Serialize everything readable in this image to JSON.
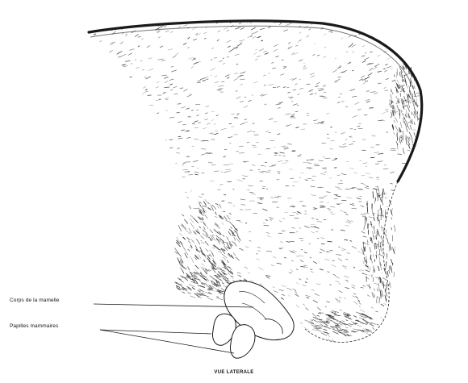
{
  "labels": {
    "corps": "Corps de la mamelle",
    "papilles": "Papilles mammaires"
  },
  "caption": "VUE LATERALE",
  "colors": {
    "ink": "#1a1a1a",
    "paper": "#ffffff"
  }
}
